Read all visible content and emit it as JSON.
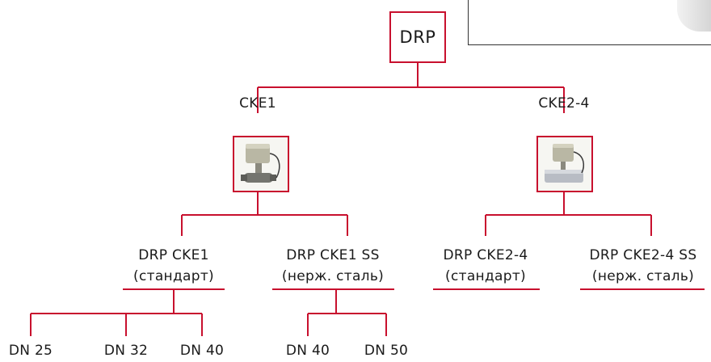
{
  "colors": {
    "connector": "#c8102e",
    "text": "#1a1a1a",
    "frame": "#333333"
  },
  "root": {
    "label": "DRP"
  },
  "branches": [
    {
      "title": "CKE1",
      "icon": "valve-actuator-photo"
    },
    {
      "title": "CKE2-4",
      "icon": "valve-actuator-photo"
    }
  ],
  "variants": [
    {
      "name": "DRP CKE1",
      "sub": "(стандарт)"
    },
    {
      "name": "DRP CKE1 SS",
      "sub": "(нерж. сталь)"
    },
    {
      "name": "DRP CKE2-4",
      "sub": "(стандарт)"
    },
    {
      "name": "DRP CKE2-4 SS",
      "sub": "(нерж. сталь)"
    }
  ],
  "sizes": [
    "DN 25",
    "DN 32",
    "DN 40",
    "DN 40",
    "DN 50"
  ]
}
